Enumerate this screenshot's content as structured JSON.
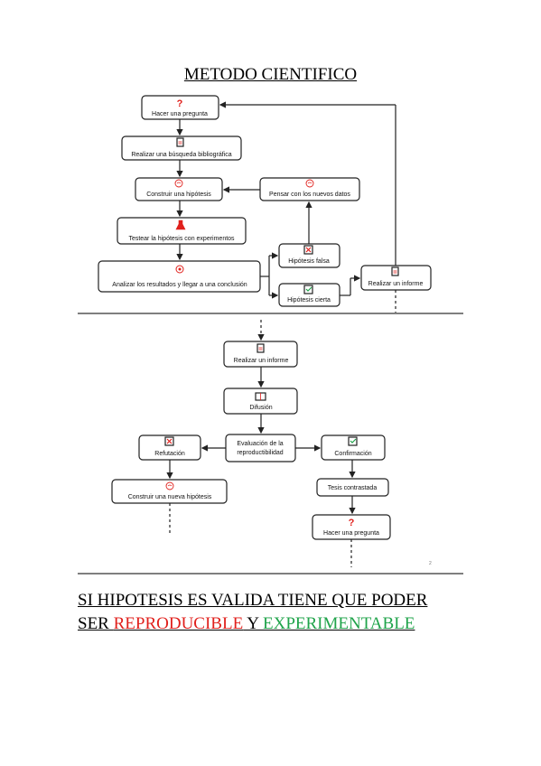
{
  "title": "METODO CIENTIFICO",
  "colors": {
    "red": "#e0201c",
    "green": "#1fa34a",
    "ink": "#222222"
  },
  "top_nodes": {
    "hacer": {
      "label": "Hacer una pregunta",
      "icon": "question-icon"
    },
    "buscar": {
      "label": "Realizar una búsqueda bibliográfica",
      "icon": "document-icon"
    },
    "construir": {
      "label": "Construir una hipótesis",
      "icon": "brain-icon"
    },
    "pensar": {
      "label": "Pensar con los nuevos datos",
      "icon": "brain-icon"
    },
    "testear": {
      "label": "Testear la hipótesis con experimentos",
      "icon": "flask-icon"
    },
    "falsa": {
      "label": "Hipótesis falsa",
      "icon": "cross-box-icon"
    },
    "analizar": {
      "label": "Analizar los resultados y llegar a una conclusión",
      "icon": "gear-bulb-icon"
    },
    "informe": {
      "label": "Realizar un informe",
      "icon": "document-icon"
    },
    "cierta": {
      "label": "Hipótesis cierta",
      "icon": "check-box-icon"
    }
  },
  "bottom_nodes": {
    "informe2": {
      "label": "Realizar un informe",
      "icon": "document-icon"
    },
    "difusion": {
      "label": "Difusión",
      "icon": "book-icon"
    },
    "evaluacion": {
      "line1": "Evaluación de la",
      "line2": "reproductibilidad"
    },
    "refutacion": {
      "label": "Refutación",
      "icon": "cross-box-icon"
    },
    "confirmacion": {
      "label": "Confirmación",
      "icon": "check-box-icon"
    },
    "nueva": {
      "label": "Construir una nueva hipótesis",
      "icon": "brain-icon"
    },
    "tesis": {
      "label": "Tesis contrastada"
    },
    "hacer2": {
      "label": "Hacer una pregunta",
      "icon": "question-icon"
    }
  },
  "page_number": "2",
  "footer": {
    "line1": "SI HIPOTESIS ES VALIDA TIENE QUE PODER",
    "line2_start": "SER ",
    "line2_red": "REPRODUCIBLE",
    "line2_mid": " Y ",
    "line2_green": "EXPERIMENTABLE"
  }
}
